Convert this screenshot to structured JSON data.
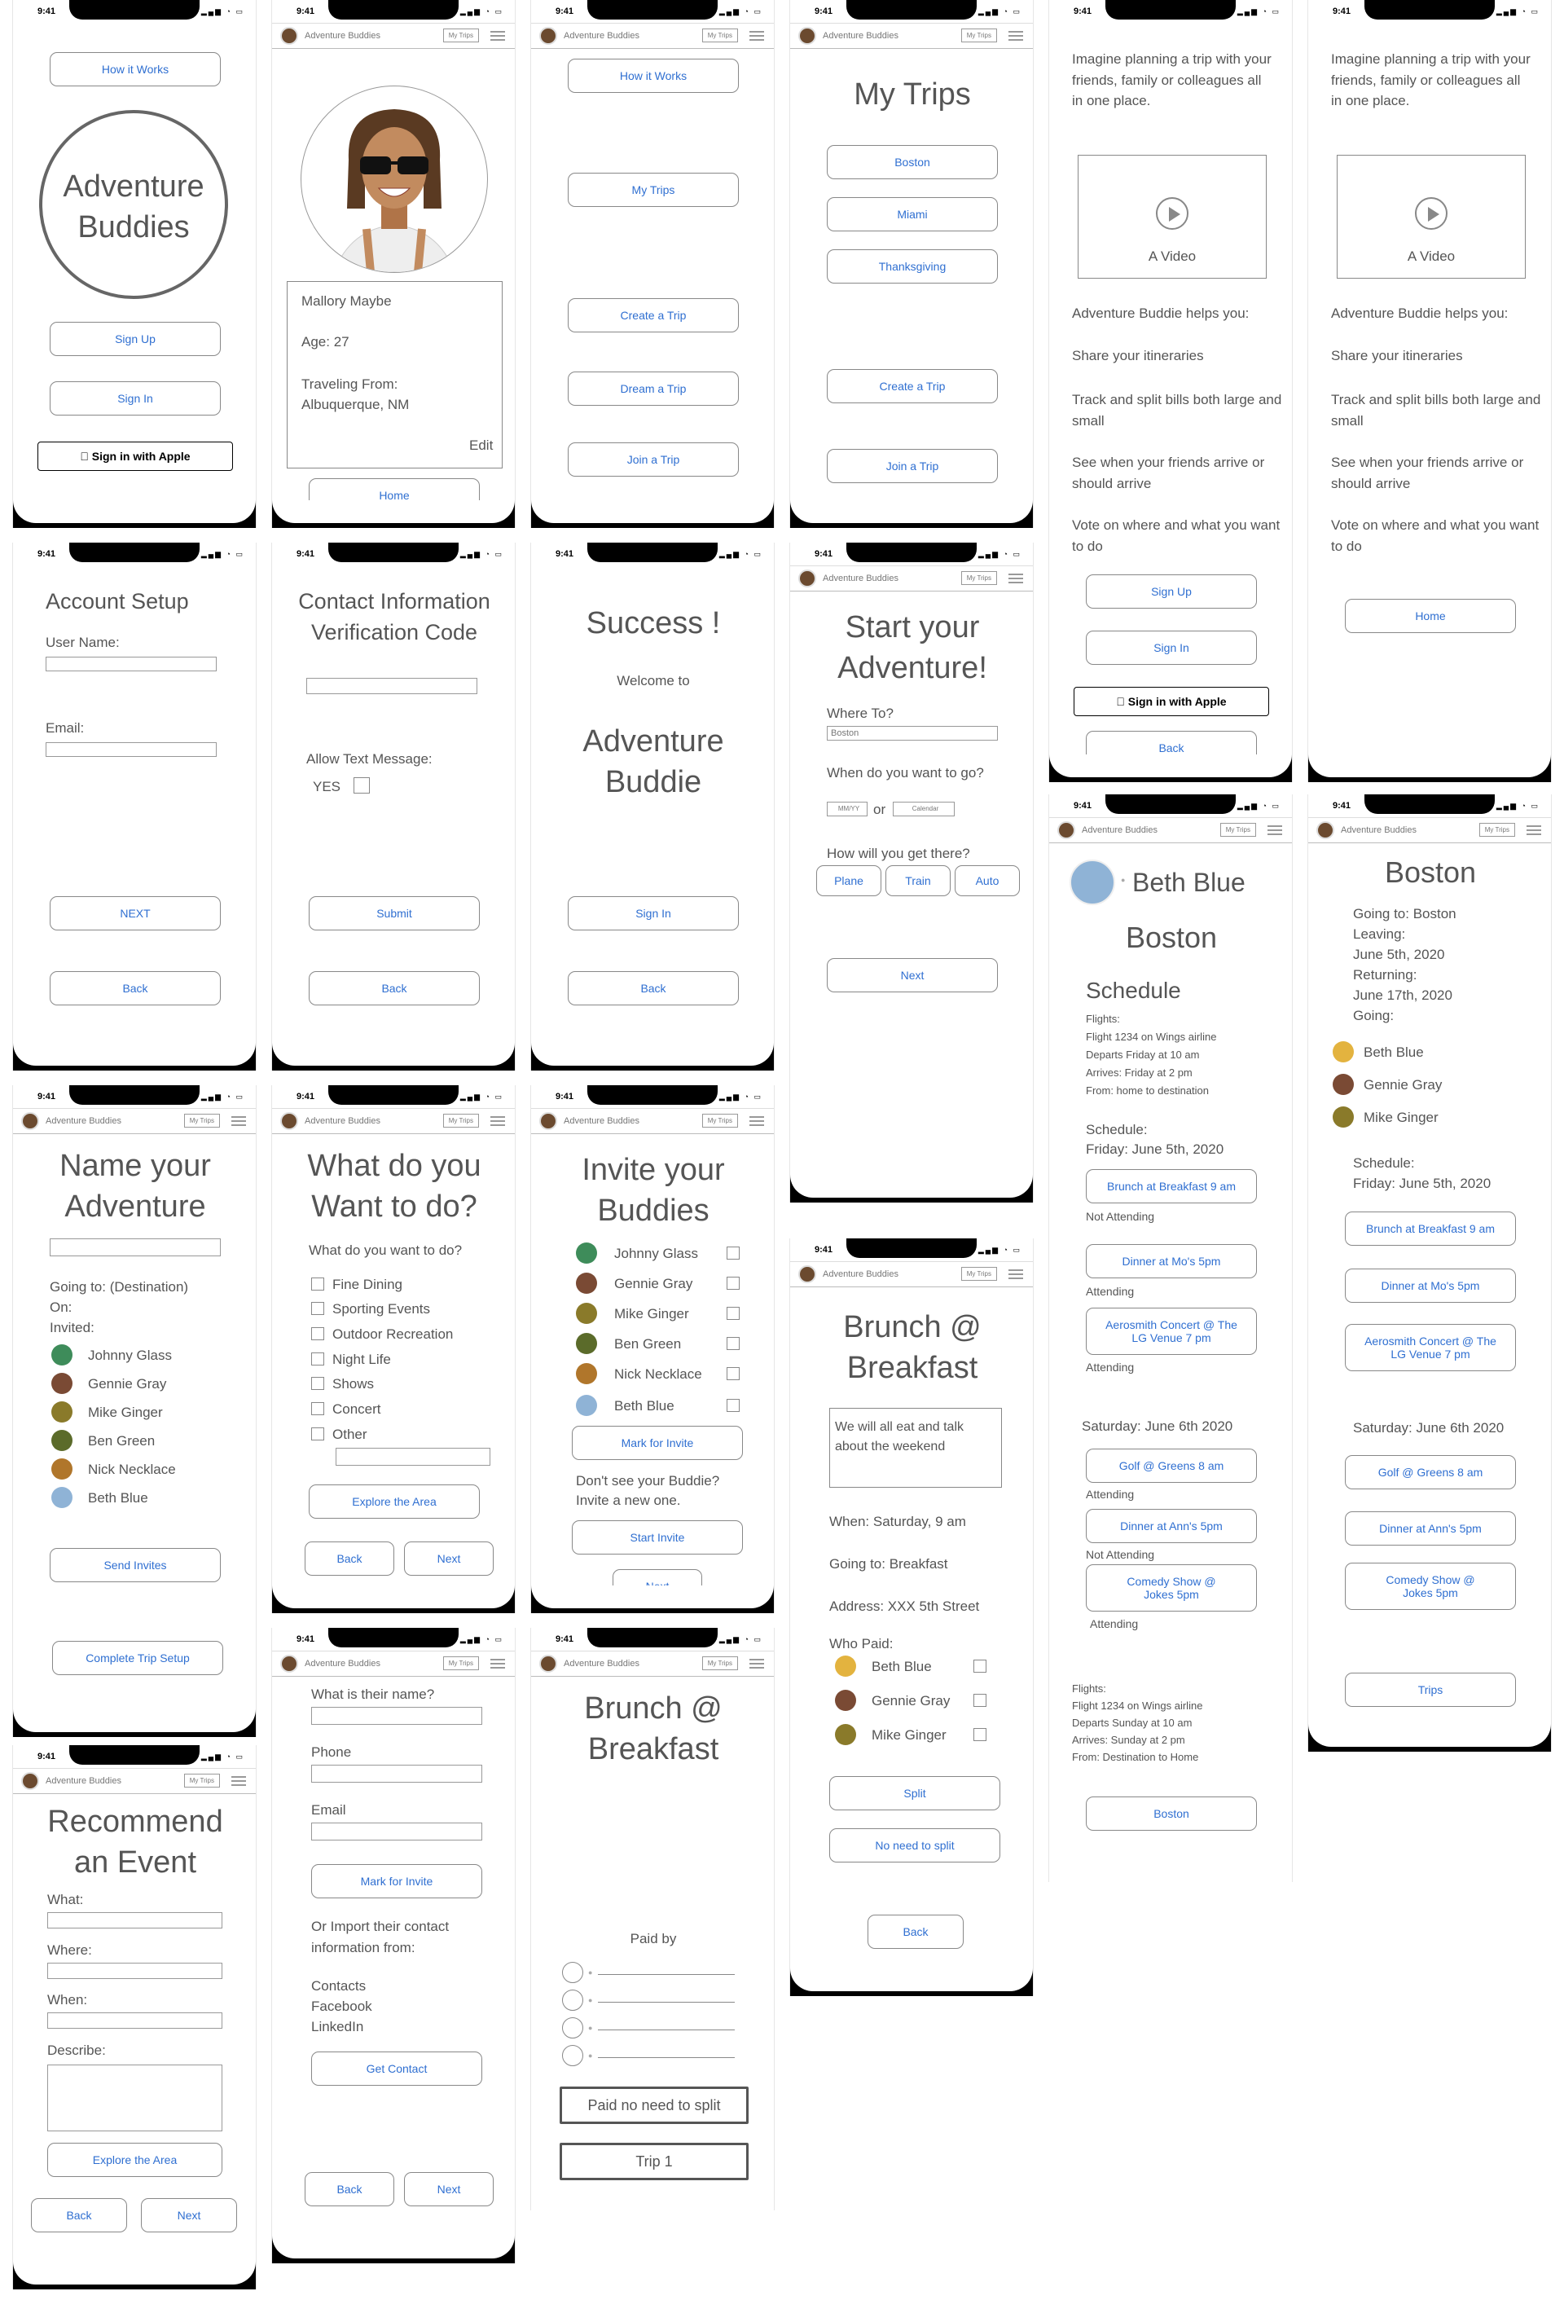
{
  "status": {
    "time": "9:41"
  },
  "header": {
    "title": "Adventure Buddies",
    "trips_button": "My Trips"
  },
  "s1": {
    "how": "How it Works",
    "logo_line1": "Adventure",
    "logo_line2": "Buddies",
    "signup": "Sign Up",
    "signin": "Sign In",
    "apple": "Sign in with Apple"
  },
  "s2": {
    "name": "Mallory Maybe",
    "age": "Age: 27",
    "from_label": "Traveling From:",
    "from_value": "Albuquerque, NM",
    "edit": "Edit",
    "home": "Home"
  },
  "s3": {
    "how": "How it Works",
    "mytrips": "My Trips",
    "create": "Create a Trip",
    "dream": "Dream a Trip",
    "join": "Join a Trip"
  },
  "s4": {
    "title": "My Trips",
    "trips": [
      "Boston",
      "Miami",
      "Thanksgiving"
    ],
    "create": "Create a Trip",
    "join": "Join a Trip"
  },
  "intro": {
    "text": "Imagine planning a trip with your friends, family or colleagues all in one place.",
    "video": "A Video",
    "helps": "Adventure Buddie helps you:",
    "feat1": "Share your itineraries",
    "feat2": "Track and split bills both large and small",
    "feat3": "See when your friends arrive or should arrive",
    "feat4": "Vote on where and what you want to do",
    "signup": "Sign Up",
    "signin": "Sign In",
    "apple": "Sign in with Apple",
    "back": "Back",
    "home": "Home"
  },
  "acct": {
    "title": "Account Setup",
    "user": "User Name:",
    "email": "Email:",
    "next": "NEXT",
    "back": "Back"
  },
  "contact": {
    "title1": "Contact Information",
    "title2": "Verification Code",
    "allow": "Allow Text Message:",
    "yes": "YES",
    "submit": "Submit",
    "back": "Back"
  },
  "success": {
    "title": "Success !",
    "welcome": "Welcome to",
    "l1": "Adventure",
    "l2": "Buddie",
    "signin": "Sign In",
    "back": "Back"
  },
  "start": {
    "l1": "Start your",
    "l2": "Adventure!",
    "where": "Where To?",
    "where_val": "Boston",
    "when": "When do you want to go?",
    "date_ph": "MM/YY",
    "or": "or",
    "cal": "Calendar",
    "how": "How will you get there?",
    "plane": "Plane",
    "train": "Train",
    "auto": "Auto",
    "next": "Next"
  },
  "bbl": {
    "name": "Beth Blue",
    "city": "Boston",
    "schedule": "Schedule",
    "flights": "Flights:",
    "f1": "Flight 1234 on Wings airline",
    "f2": "Departs Friday at 10 am",
    "f3": "Arrives: Friday at 2 pm",
    "f4": "From: home to destination",
    "sch": "Schedule:",
    "fri": "Friday:  June 5th, 2020",
    "brunch": "Brunch at Breakfast 9 am",
    "not": "Not Attending",
    "dinner": "Dinner at Mo's 5pm",
    "att": "Attending",
    "concert": "Aerosmith Concert @ The LG Venue 7 pm",
    "sat": "Saturday: June 6th 2020",
    "golf": "Golf @ Greens 8 am",
    "dinner2": "Dinner at Ann's 5pm",
    "comedy": "Comedy Show @ Jokes 5pm",
    "r1": "Flight 1234 on Wings airline",
    "r2": "Departs Sunday at 10 am",
    "r3": "Arrives: Sunday at 2 pm",
    "r4": "From: Destination  to Home",
    "boston": "Boston"
  },
  "trip": {
    "title": "Boston",
    "going_to": "Going to: Boston",
    "leaving": "Leaving:",
    "leave_d": "June 5th, 2020",
    "returning": "Returning:",
    "ret_d": "June 17th, 2020",
    "going": "Going:",
    "p1": "Beth Blue",
    "p2": "Gennie Gray",
    "p3": "Mike Ginger",
    "sch": "Schedule:",
    "fri": "Friday:   June 5th, 2020",
    "brunch": "Brunch at Breakfast 9 am",
    "dinner": "Dinner at Mo's 5pm",
    "concert": "Aerosmith Concert @ The LG Venue 7 pm",
    "sat": "Saturday: June 6th 2020",
    "golf": "Golf @ Greens 8 am",
    "dinner2": "Dinner at Ann's 5pm",
    "comedy": "Comedy Show @ Jokes 5pm",
    "trips": "Trips"
  },
  "name": {
    "l1": "Name your",
    "l2": "Adventure",
    "going": "Going to: (Destination)",
    "on": "On:",
    "invited": "Invited:",
    "people": [
      "Johnny Glass",
      "Gennie Gray",
      "Mike Ginger",
      "Ben Green",
      "Nick Necklace",
      "Beth Blue"
    ],
    "send": "Send Invites",
    "complete": "Complete Trip Setup"
  },
  "todo": {
    "l1": "What do you",
    "l2": "Want to do?",
    "q": "What do you want to do?",
    "opts": [
      "Fine Dining",
      "Sporting Events",
      "Outdoor Recreation",
      "Night Life",
      "Shows",
      "Concert",
      "Other"
    ],
    "explore": "Explore the Area",
    "back": "Back",
    "next": "Next"
  },
  "invite": {
    "l1": "Invite your",
    "l2": "Buddies",
    "people": [
      "Johnny Glass",
      "Gennie Gray",
      "Mike Ginger",
      "Ben Green",
      "Nick Necklace",
      "Beth Blue"
    ],
    "mark": "Mark for Invite",
    "dont": "Don't see your Buddie?",
    "new": "Invite a new one.",
    "start": "Start Invite",
    "next": "Next"
  },
  "brunch": {
    "l1": "Brunch @",
    "l2": "Breakfast",
    "desc": "We will all eat and talk about the weekend",
    "when": "When: Saturday, 9 am",
    "going": "Going to: Breakfast",
    "addr": "Address: XXX 5th Street",
    "who": "Who Paid:",
    "p1": "Beth Blue",
    "p2": "Gennie Gray",
    "p3": "Mike Ginger",
    "split": "Split",
    "nosplit": "No need to split",
    "back": "Back"
  },
  "rec": {
    "l1": "Recommend",
    "l2": "an Event",
    "what": "What:",
    "where": "Where:",
    "when": "When:",
    "describe": "Describe:",
    "explore": "Explore the Area",
    "back": "Back",
    "next": "Next"
  },
  "addc": {
    "q": "What is their name?",
    "phone": "Phone",
    "email": "Email",
    "mark": "Mark for Invite",
    "import": "Or Import their contact information from:",
    "c1": "Contacts",
    "c2": "Facebook",
    "c3": "LinkedIn",
    "get": "Get Contact",
    "back": "Back",
    "next": "Next"
  },
  "paid": {
    "l1": "Brunch @",
    "l2": "Breakfast",
    "paidby": "Paid by",
    "nosplit": "Paid no need to split",
    "trip": "Trip 1"
  }
}
